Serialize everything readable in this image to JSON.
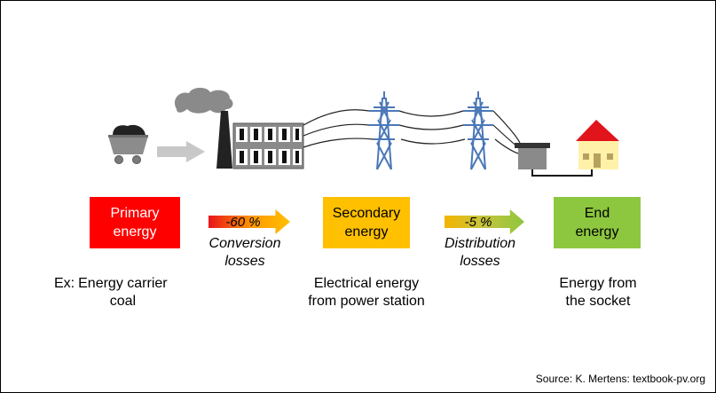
{
  "stages": {
    "primary": {
      "label": "Primary\nenergy",
      "color": "#ff0000",
      "example_prefix": "Ex:",
      "example": "Energy carrier\ncoal"
    },
    "secondary": {
      "label": "Secondary\nenergy",
      "color": "#ffc000",
      "description": "Electrical energy\nfrom power station"
    },
    "end": {
      "label": "End\nenergy",
      "color": "#8dc63f",
      "description": "Energy from\nthe socket"
    }
  },
  "losses": {
    "conversion": {
      "value": "-60 %",
      "caption": "Conversion\nlosses"
    },
    "distribution": {
      "value": "-5 %",
      "caption": "Distribution\nlosses"
    }
  },
  "icons": [
    "coal-cart-icon",
    "flow-arrow-icon",
    "power-station-icon",
    "transmission-tower-icon",
    "transformer-icon",
    "house-icon"
  ],
  "source": "Source: K. Mertens: textbook-pv.org"
}
